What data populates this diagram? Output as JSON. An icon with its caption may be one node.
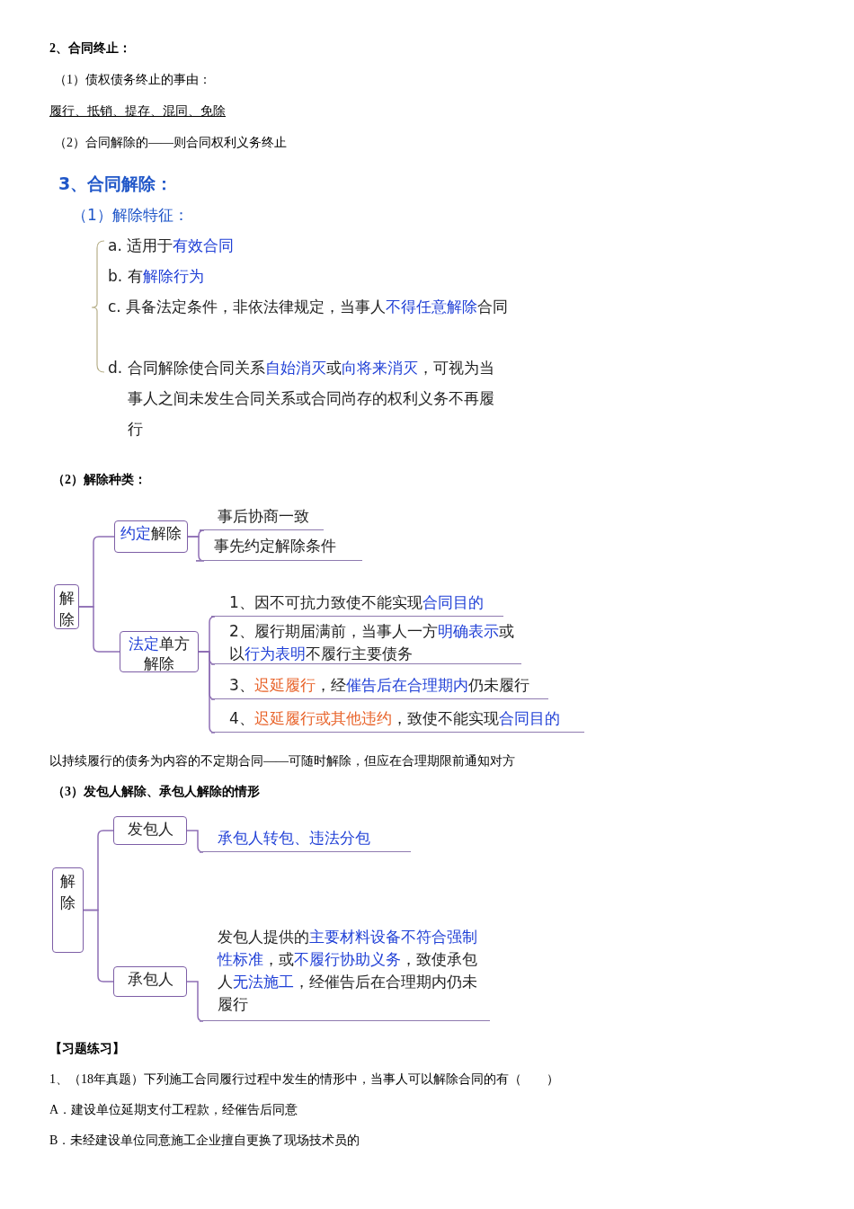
{
  "diagram": {
    "nodes": [
      {
        "text": [
          "解除"
        ]
      },
      {
        "text": [
          "**约定**解除"
        ]
      },
      {
        "text": [
          "事后协商一致"
        ]
      },
      {
        "text": [
          "事先约定解除条件"
        ]
      },
      {
        "text": [
          "**法定**单方解除"
        ]
      },
      {
        "text": [
          "1、因不可抗力致使不能实现**合同目的**"
        ]
      },
      {
        "text": [
          "2、履行期届满前，当事人一方**明确表示**或以**行为表明**不履行主要债务"
        ]
      },
      {
        "text": [
          "3、*迟延履行*，经**催告后在合理期内**仍未履行"
        ]
      },
      {
        "text": [
          "4、*迟延履行或其他违约*，致使不能实现**合同目的**"
        ]
      },
      {
        "text": [
          "解除"
        ]
      },
      {
        "text": [
          "发包人"
        ]
      },
      {
        "text": [
          "承包人转包、违法分包"
        ]
      },
      {
        "text": [
          "承包人"
        ]
      },
      {
        "text": [
          "发包人提供的**主要材料设备不符合强制性标准**，或**不履行协助义务**，致使承包人**无法施工**，经催告后在合理期内仍未履行"
        ]
      }
    ],
    "edges": [
      {
        "from": 0,
        "to": 1,
        "arrow": "none"
      },
      {
        "from": 0,
        "to": 4,
        "arrow": "none"
      },
      {
        "from": 1,
        "to": 2,
        "arrow": "none"
      },
      {
        "from": 1,
        "to": 3,
        "arrow": "none"
      },
      {
        "from": 4,
        "to": 5,
        "arrow": "none"
      },
      {
        "from": 4,
        "to": 6,
        "arrow": "none"
      },
      {
        "from": 4,
        "to": 7,
        "arrow": "none"
      },
      {
        "from": 4,
        "to": 8,
        "arrow": "none"
      },
      {
        "from": 9,
        "to": 10,
        "arrow": "none"
      },
      {
        "from": 9,
        "to": 12,
        "arrow": "none"
      },
      {
        "from": 10,
        "to": 11,
        "arrow": "none"
      },
      {
        "from": 12,
        "to": 13,
        "arrow": "none"
      }
    ],
    "labels": [
      "2、合同终止：",
      "（1）债权债务终止的事由：",
      "履行、抵销、提存、混同、免除",
      "（2）合同解除的——则合同权利义务终止",
      "3、合同解除：",
      "（1）解除特征：",
      "a. 适用于**有效合同**",
      "b. 有**解除行为**",
      "c. 具备法定条件，非依法律规定，当事人**不得任意解除**合同",
      "d. 合同解除使合同关系**自始消灭**或**向将来消灭**，可视为当事人之间未发生合同关系或合同尚存的权利义务不再履行",
      "（2）解除种类：",
      "以持续履行的债务为内容的不定期合同——可随时解除，但应在合理期限前通知对方",
      "（3）发包人解除、承包人解除的情形",
      "【习题练习】",
      "1、（18年真题）下列施工合同履行过程中发生的情形中，当事人可以解除合同的有（　　）",
      "A．建设单位延期支付工程款，经催告后同意",
      "B．未经建设单位同意施工企业擅自更换了现场技术员的"
    ]
  }
}
